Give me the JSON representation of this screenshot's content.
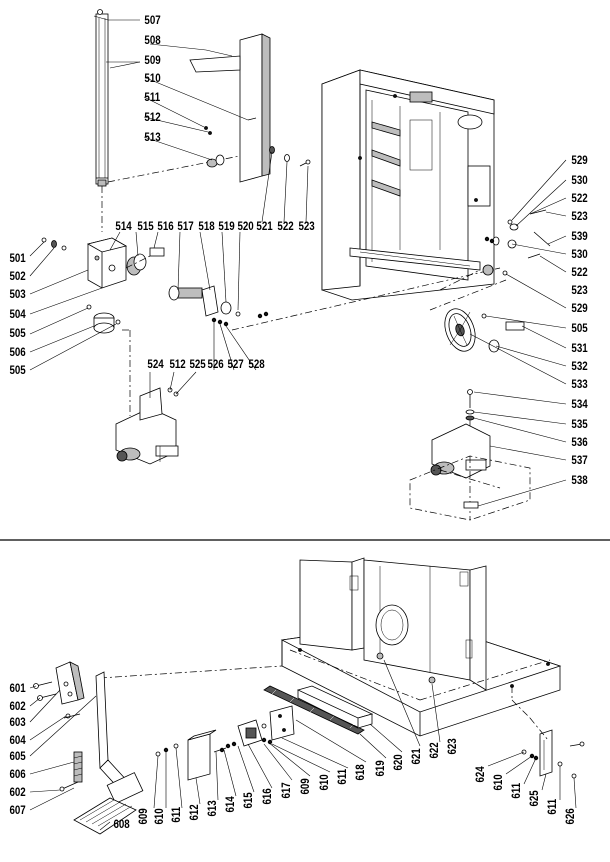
{
  "top_assembly": {
    "parts": [
      "507",
      "508",
      "509",
      "510",
      "511",
      "512",
      "513",
      "514",
      "515",
      "516",
      "517",
      "518",
      "519",
      "520",
      "521",
      "522",
      "523",
      "501",
      "502",
      "503",
      "504",
      "505",
      "506",
      "505",
      "524",
      "512",
      "525",
      "526",
      "527",
      "528",
      "529",
      "530",
      "522",
      "523",
      "539",
      "530",
      "522",
      "523",
      "529",
      "505",
      "531",
      "532",
      "533",
      "534",
      "535",
      "536",
      "537",
      "538"
    ]
  },
  "bottom_assembly": {
    "parts": [
      "601",
      "602",
      "603",
      "604",
      "605",
      "606",
      "602",
      "607",
      "608",
      "609",
      "610",
      "611",
      "612",
      "613",
      "614",
      "615",
      "616",
      "617",
      "609",
      "610",
      "611",
      "618",
      "619",
      "620",
      "621",
      "622",
      "623",
      "624",
      "610",
      "611",
      "625",
      "611",
      "626"
    ]
  }
}
